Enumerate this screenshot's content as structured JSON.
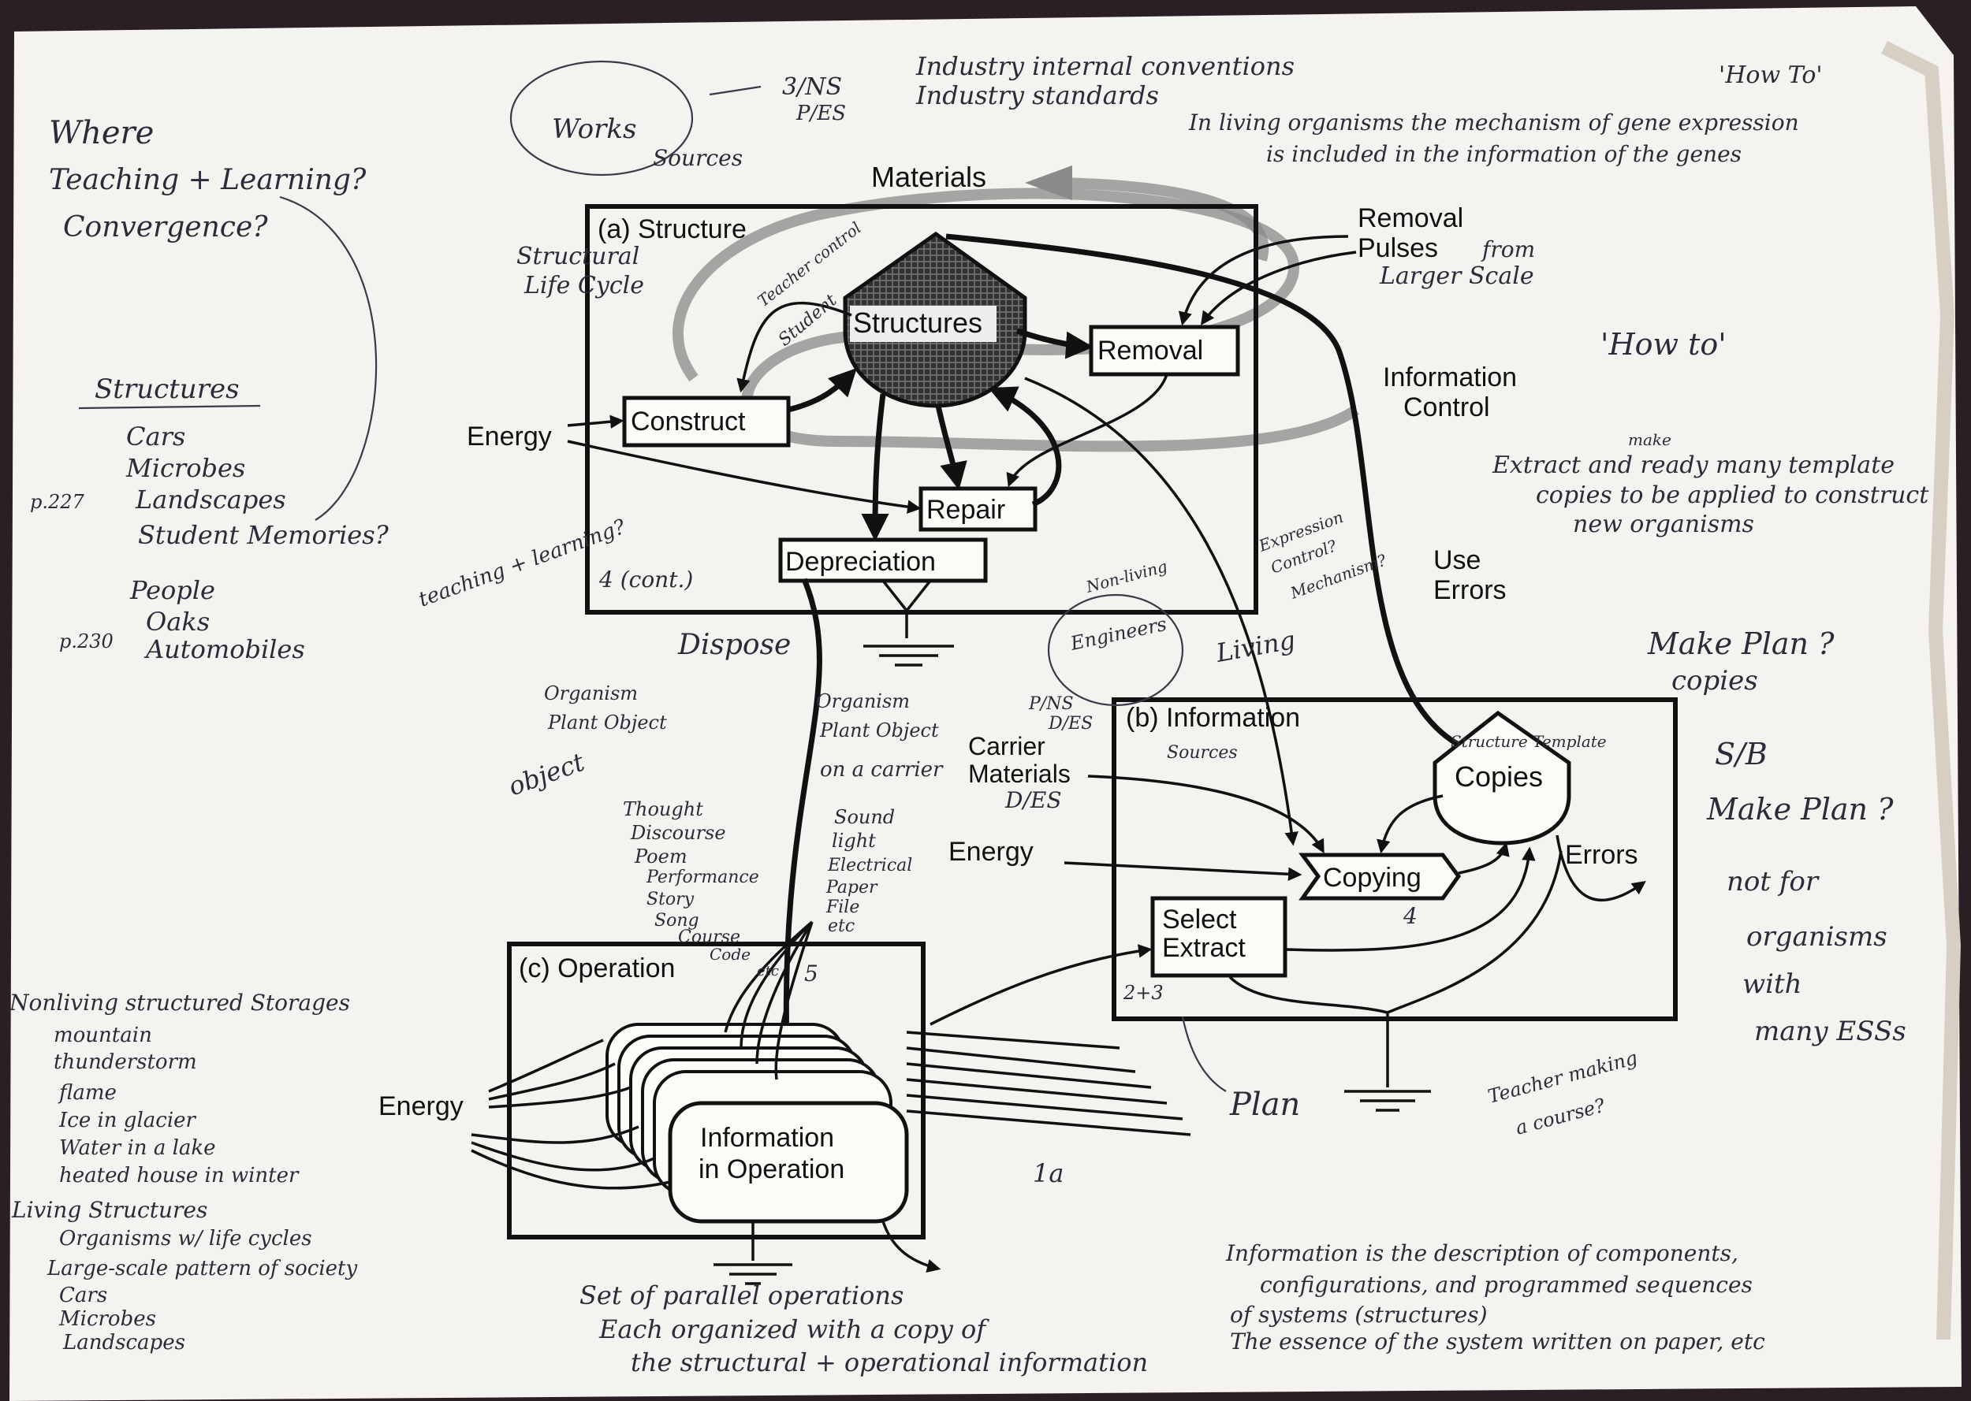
{
  "diagram": {
    "box_a": {
      "title": "(a) Structure",
      "structures": "Structures",
      "construct": "Construct",
      "removal": "Removal",
      "repair": "Repair",
      "depreciation": "Depreciation"
    },
    "box_b": {
      "title": "(b) Information",
      "copies": "Copies",
      "copying": "Copying",
      "select": "Select",
      "extract": "Extract",
      "errors": "Errors"
    },
    "box_c": {
      "title": "(c) Operation",
      "info_line1": "Information",
      "info_line2": "in Operation"
    },
    "labels": {
      "materials": "Materials",
      "removal_pulses_1": "Removal",
      "removal_pulses_2": "Pulses",
      "info_control_1": "Information",
      "info_control_2": "Control",
      "energy": "Energy",
      "use_1": "Use",
      "use_2": "Errors",
      "carrier_1": "Carrier",
      "carrier_2": "Materials"
    }
  },
  "annotations": {
    "where_1": "Where",
    "where_2": "Teaching + Learning?",
    "where_3": "Convergence?",
    "works": "Works",
    "sources_top": "Sources",
    "count_top": "3/NS",
    "count_top2": "P/ES",
    "industry_1": "Industry internal conventions",
    "industry_2": "Industry standards",
    "howto_top": "'How To'",
    "gene_1": "the mechanism of gene expression",
    "gene_2": "In living organisms the mechanism of gene expression",
    "gene_3": "is included in the information of the genes",
    "from_larger": "from",
    "larger_scale": "Larger Scale",
    "structural_1": "Structural",
    "structural_2": "Life Cycle",
    "teacher_control": "Teacher control",
    "student": "Student",
    "howto_right": "'How to'",
    "extract_1": "Extract and ready many template",
    "extract_make": "make",
    "extract_2": "copies to be applied to construct",
    "extract_3": "new organisms",
    "structures_head": "Structures",
    "list_structures": [
      "Cars",
      "Microbes",
      "Landscapes",
      "Student Memories?",
      "People",
      "Oaks",
      "Automobiles"
    ],
    "p227": "p.227",
    "p230": "p.230",
    "teaching_learning": "teaching + learning?",
    "four_cont": "4 (cont.)",
    "dispose": "Dispose",
    "expression_1": "Expression",
    "expression_2": "Control?",
    "expression_3": "Mechanism?",
    "nonliving_small": "Non-living",
    "engineers": "Engineers",
    "living": "Living",
    "pns": "P/NS",
    "des": "D/ES",
    "carrier_des": "D/ES",
    "sources_b": "Sources",
    "structure_template": "Structure Template",
    "make_plan_1": "Make Plan ?",
    "make_plan_2": "copies",
    "sb_1": "S/B",
    "sb_2": "Make Plan ?",
    "not_for": [
      "not for",
      "organisms",
      "with",
      "many ESSs"
    ],
    "organism_left_1": "Organism",
    "organism_left_2": "Plant Object",
    "object": "object",
    "organism_right_1": "Organism",
    "organism_right_2": "Plant Object",
    "on_carrier": "on a carrier",
    "media_left": [
      "Thought",
      "Discourse",
      "Poem",
      "Performance",
      "Story",
      "Song",
      "Course",
      "Code",
      "etc"
    ],
    "media_right": [
      "Sound",
      "light",
      "Electrical",
      "Paper",
      "File",
      "etc"
    ],
    "five": "5",
    "one_a": "1a",
    "four_b": "4",
    "two_three": "2+3",
    "plan": "Plan",
    "teacher_course_1": "Teacher making",
    "teacher_course_2": "a course?",
    "nonliving_head": "Nonliving structured Storages",
    "nonliving_list": [
      "mountain",
      "thunderstorm",
      "flame",
      "Ice in glacier",
      "Water in a lake",
      "heated house in winter"
    ],
    "living_head": "Living Structures",
    "living_list": [
      "Organisms w/ life cycles",
      "Large-scale pattern of society",
      "Cars",
      "Microbes",
      "Landscapes"
    ],
    "parallel_1": "Set of parallel operations",
    "parallel_2": "Each organized with a copy of",
    "parallel_3": "the structural + operational information",
    "info_def_1": "Information is the description of components,",
    "info_def_2": "configurations, and programmed sequences",
    "info_def_3": "of systems (structures)",
    "info_def_4": "The essence of the system written on paper, etc"
  },
  "colors": {
    "paper": "#f4f3ef",
    "ink": "#111111",
    "pen": "#2b2b3a",
    "gray_loop": "#8a8a8a",
    "background": "#2a1f24"
  }
}
